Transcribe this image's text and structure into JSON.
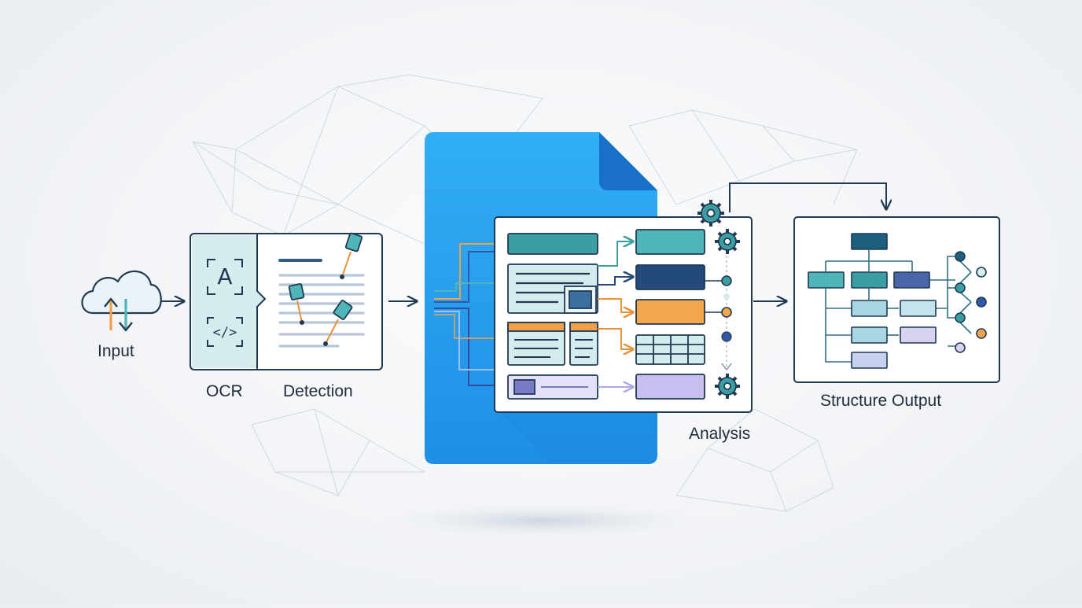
{
  "labels": {
    "input": "Input",
    "ocr": "OCR",
    "detection": "Detection",
    "analysis": "Analysis",
    "structure_output": "Structure Output"
  },
  "icons": {
    "ocr_letter": "A",
    "ocr_code": "</>"
  },
  "colors": {
    "ink": "#1f3a52",
    "teal": "#4fb5b8",
    "teal_light": "#d5ecee",
    "navy": "#234a7a",
    "orange": "#f0a048",
    "purple": "#c8bff0",
    "blue_doc": "#2aa4f0",
    "blue_doc_dark": "#1a6fc9",
    "grey_line": "#b9c4cf"
  }
}
